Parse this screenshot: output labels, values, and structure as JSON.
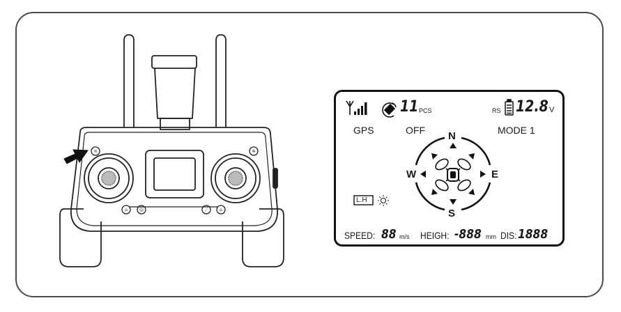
{
  "lcd": {
    "satellite_count": "11",
    "satellite_unit": "PCS",
    "rs_label": "RS",
    "battery_voltage": "12.8",
    "voltage_unit": "V",
    "gps_label": "GPS",
    "gps_status": "OFF",
    "mode_label": "MODE 1",
    "compass": {
      "north": "N",
      "south": "S",
      "east": "E",
      "west": "W"
    },
    "lh_label": "L.H",
    "speed_label": "SPEED:",
    "speed_value": "88",
    "speed_unit": "m/s",
    "height_label": "HEIGH:",
    "height_value": "-888",
    "height_unit": "mm",
    "distance_label": "DIS:",
    "distance_value": "1888"
  },
  "icons": {
    "signal": "signal-bars-icon",
    "satellite": "satellite-icon",
    "battery": "battery-icon",
    "brightness": "sun-icon",
    "pointer": "arrow-icon"
  }
}
